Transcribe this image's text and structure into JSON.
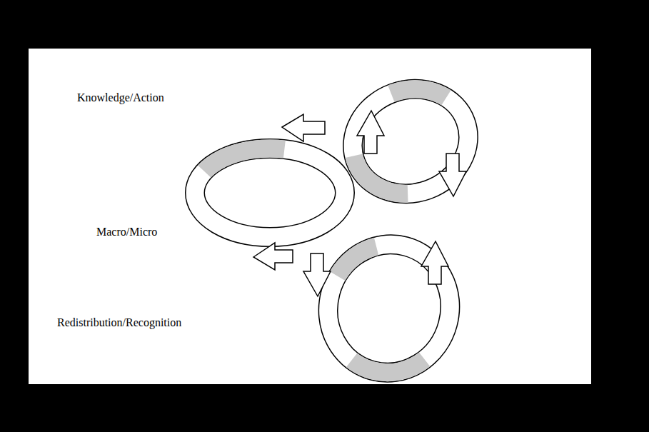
{
  "diagram": {
    "labels": [
      "Knowledge/Action",
      "Macro/Micro",
      "Redistribution/Recognition"
    ]
  }
}
